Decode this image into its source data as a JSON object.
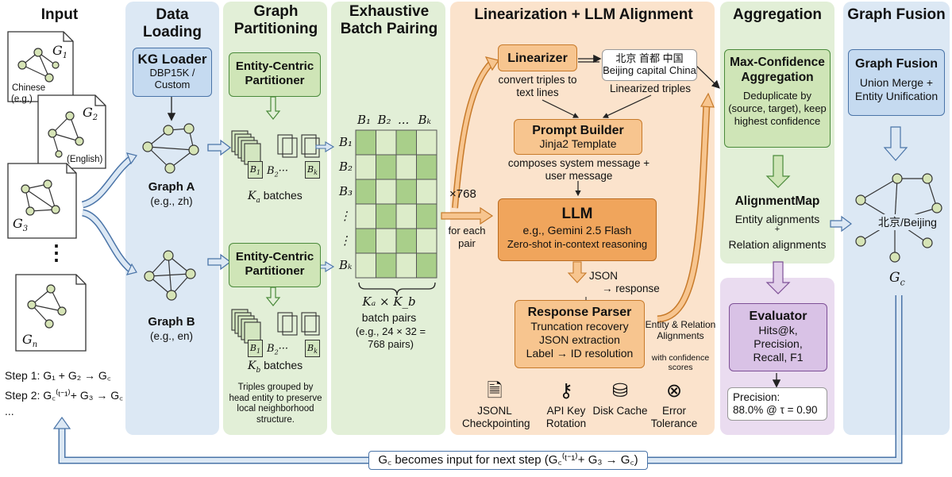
{
  "columns": {
    "input": "Input",
    "data_loading": "Data Loading",
    "graph_partitioning": "Graph Partitioning",
    "batch_pairing": "Exhaustive Batch Pairing",
    "linearization": "Linearization + LLM Alignment",
    "aggregation": "Aggregation",
    "graph_fusion": "Graph Fusion"
  },
  "input": {
    "g1": "G",
    "g1_sub": "1",
    "g2": "G",
    "g2_sub": "2",
    "g3": "G",
    "g3_sub": "3",
    "gn": "G",
    "gn_sub": "n",
    "chinese": "Chinese",
    "eg": "(e.g.)",
    "english": "(English)",
    "dots": "⋮",
    "step1": "Step 1: G₁ + G₂ → G꜀",
    "step2": "Step 2: G꜀⁽ᵗ⁻¹⁾+ G₃ → G꜀",
    "ellipsis": "..."
  },
  "loading": {
    "kg_title": "KG Loader",
    "kg_sub": "DBP15K / Custom",
    "graph_a": "Graph A",
    "graph_a_sub": "(e.g., zh)",
    "graph_b": "Graph B",
    "graph_b_sub": "(e.g., en)"
  },
  "partition": {
    "part1": "Entity-Centric Partitioner",
    "part2": "Entity-Centric Partitioner",
    "ka": "K",
    "ka_sub": "a",
    "ka_rest": " batches",
    "kb": "K",
    "kb_sub": "b",
    "kb_rest": " batches",
    "b1": "B",
    "b1_sub": "1",
    "b2": "B",
    "b2_sub": "2",
    "bdots": "···",
    "bk": "B",
    "bk_sub": "k",
    "note": "Triples grouped by head entity to preserve local neighborhood structure."
  },
  "pairing": {
    "col_labels": [
      "B₁",
      "B₂",
      "...",
      "Bₖ"
    ],
    "row_labels": [
      "B₁",
      "B₂",
      "B₃",
      "⋮",
      "⋮",
      "Bₖ"
    ],
    "formula": "Kₐ × K_b",
    "batch_pairs": "batch pairs",
    "example": "(e.g., 24 × 32 = 768 pairs)"
  },
  "linearization": {
    "times": "×768",
    "for_each": "for each pair",
    "linearizer": "Linearizer",
    "convert": "convert triples to text lines",
    "lin_cn": "北京 首都 中国",
    "lin_en": "Beijing capital China",
    "lin_label": "Linearized triples",
    "pb_title": "Prompt Builder",
    "pb_sub": "Jinja2 Template",
    "composes": "composes system message + user message",
    "llm_title": "LLM",
    "llm_sub": "e.g., Gemini 2.5 Flash",
    "llm_sub2": "Zero-shot in-context reasoning",
    "json": "JSON",
    "response": "→ response",
    "rp_title": "Response Parser",
    "rp_l1": "Truncation recovery",
    "rp_l2": "JSON extraction",
    "rp_l3": "Label → ID resolution",
    "entity_rel": "Entity & Relation Alignments",
    "with_conf": "with confidence scores",
    "tools": [
      {
        "icon": "document-icon",
        "label": "JSONL Checkpointing"
      },
      {
        "icon": "key-icon",
        "label": "API Key Rotation"
      },
      {
        "icon": "disk-icon",
        "label": "Disk Cache"
      },
      {
        "icon": "error-icon",
        "label": "Error Tolerance"
      }
    ]
  },
  "aggregation": {
    "mc_title": "Max-Confidence Aggregation",
    "mc_sub": "Deduplicate by (source, target), keep highest confidence",
    "map_title": "AlignmentMap",
    "map_l1": "Entity alignments",
    "plus": "+",
    "map_l2": "Relation alignments",
    "eval_title": "Evaluator",
    "eval_sub": "Hits@k, Precision, Recall, F1",
    "precision_label": "Precision:",
    "precision_value": "88.0% @ τ = 0.90"
  },
  "fusion": {
    "gf_title": "Graph Fusion",
    "gf_sub": "Union Merge + Entity Unification",
    "node_label": "北京/Beijing",
    "gc": "G",
    "gc_sub": "c"
  },
  "feedback": {
    "text": "G꜀ becomes input for next step (G꜀⁽ᵗ⁻¹⁾+ G₃ → G꜀)"
  },
  "colors": {
    "blue_bg": "#dce8f4",
    "green_bg": "#e2efd7",
    "orange_bg": "#fbe3cc",
    "purple_bg": "#eadcf0",
    "orange_box": "#f7c58f",
    "green_box": "#cfe5b7",
    "blue_box": "#c5daf0"
  }
}
